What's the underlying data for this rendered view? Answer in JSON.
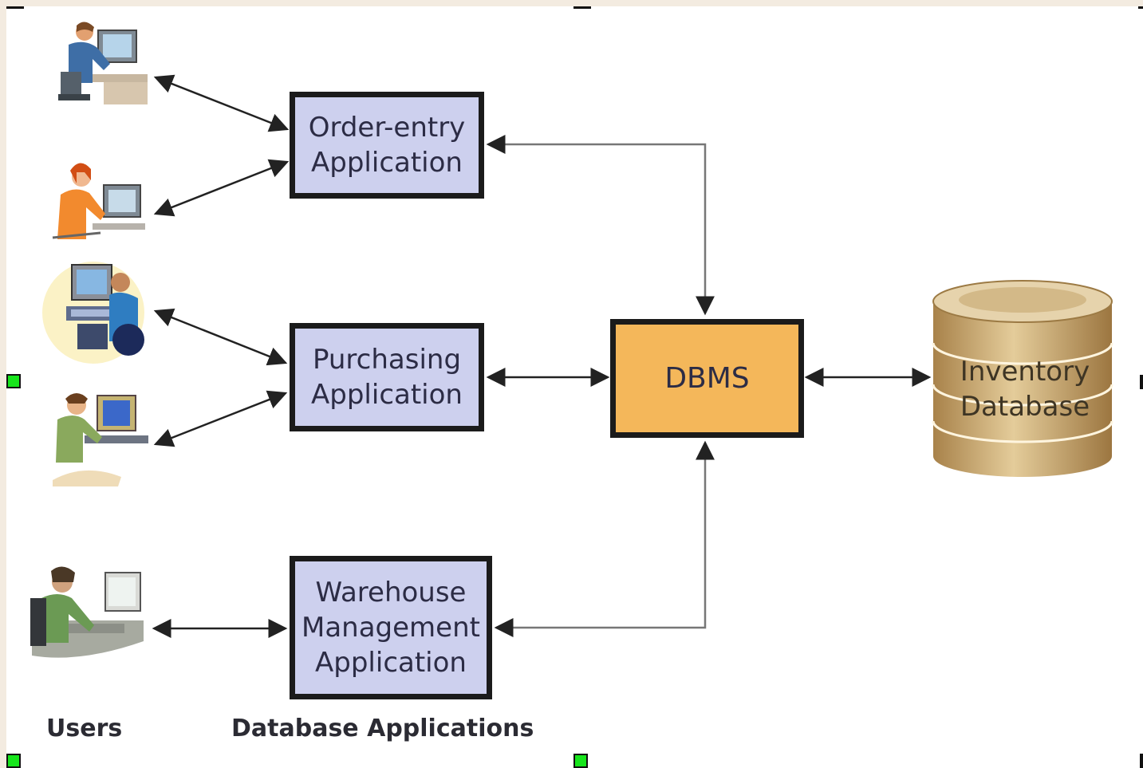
{
  "applications": {
    "order_entry": [
      "Order-entry",
      "Application"
    ],
    "purchasing": [
      "Purchasing",
      "Application"
    ],
    "warehouse": [
      "Warehouse",
      "Management",
      "Application"
    ]
  },
  "dbms": {
    "label": "DBMS"
  },
  "database": {
    "lines": [
      "Inventory",
      "Database"
    ]
  },
  "footer": {
    "users": "Users",
    "applications": "Database Applications"
  },
  "icons": [
    "user-at-computer-icon",
    "user-at-computer-icon",
    "user-at-computer-icon",
    "user-at-computer-icon",
    "user-at-computer-icon",
    "database-cylinder-icon"
  ],
  "colors": {
    "app_fill": "#cdd0ee",
    "dbms_fill": "#f4b75a",
    "border": "#1b1b1b",
    "handle": "#17e51c",
    "database": "#c9a56a"
  }
}
